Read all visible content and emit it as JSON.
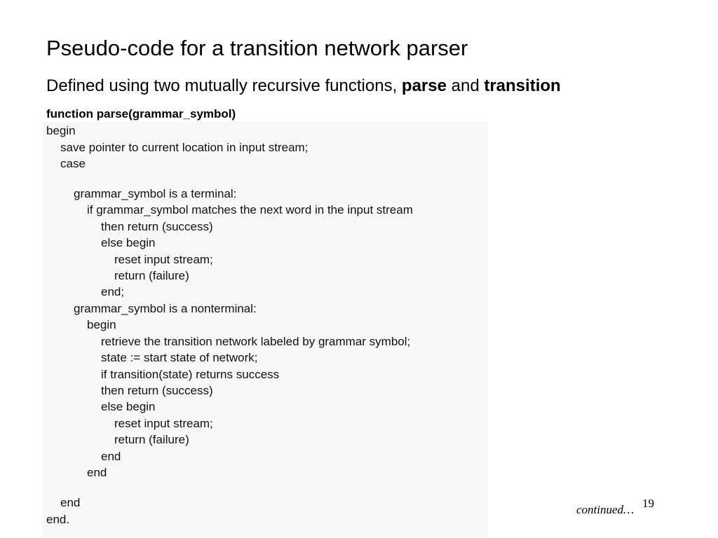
{
  "slide": {
    "title": "Pseudo-code for a transition network parser",
    "subtitle": {
      "prefix": "Defined using two mutually recursive functions, ",
      "term1": "parse",
      "middle": " and ",
      "term2": "transition"
    },
    "function_header": "function parse(grammar_symbol)",
    "code_lines": [
      "begin",
      "save pointer to current location in input stream;",
      "case",
      "grammar_symbol is a terminal:",
      "if grammar_symbol matches the next word in the input stream",
      "then return (success)",
      "else begin",
      "reset input stream;",
      "return (failure)",
      "end;",
      "grammar_symbol is a nonterminal:",
      "begin",
      "retrieve the transition network labeled by grammar symbol;",
      "state := start state of network;",
      "if transition(state) returns success",
      "then return (success)",
      "else begin",
      "reset input stream;",
      "return (failure)",
      "end",
      "end",
      "end",
      "end."
    ],
    "footer": {
      "continued": "continued…",
      "page_number": "19"
    }
  }
}
